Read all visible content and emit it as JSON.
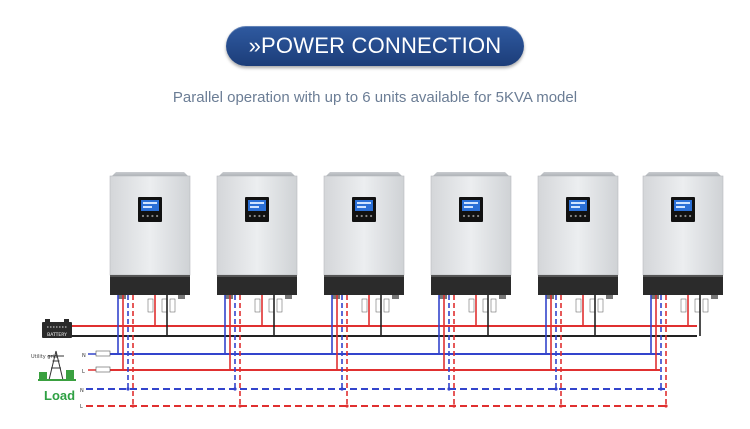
{
  "header": {
    "title": "»POWER CONNECTION",
    "subtitle": "Parallel operation with up to 6 units available for 5KVA model"
  },
  "diagram": {
    "unit_count": 6,
    "labels": {
      "battery": "BATTERY",
      "utility_grid": "Utility grid",
      "load": "Load",
      "n": "N",
      "l": "L"
    },
    "colors": {
      "title_bg": "#25498b",
      "subtitle": "#6b7d95",
      "blue_wire": "#3344cc",
      "red_wire": "#e03030",
      "black_wire": "#222222",
      "load_text": "#2ea043"
    }
  }
}
